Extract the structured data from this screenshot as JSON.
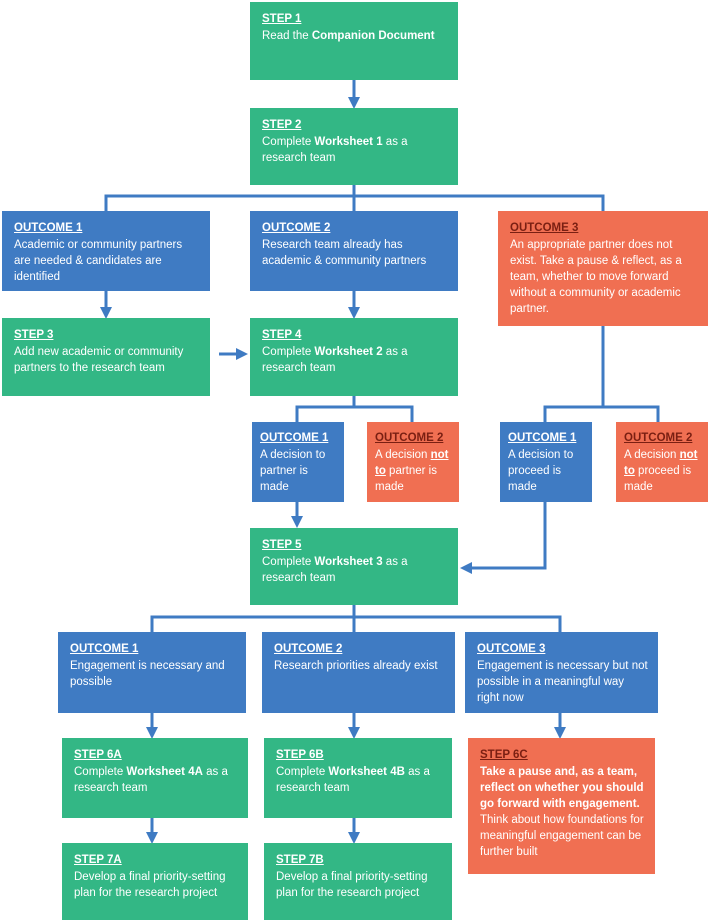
{
  "colors": {
    "green": "#33b785",
    "blue": "#3f7bc3",
    "orange": "#f06f52",
    "connector": "#3f7bc3"
  },
  "step1": {
    "title": "STEP 1",
    "pre": "Read the ",
    "bold": "Companion Document",
    "post": ""
  },
  "step2": {
    "title": "STEP 2",
    "pre": "Complete ",
    "bold": "Worksheet 1",
    "post": " as a research team"
  },
  "outcome1": {
    "title": "OUTCOME 1",
    "text": "Academic or community partners are needed & candidates are identified"
  },
  "outcome2": {
    "title": "OUTCOME 2",
    "text": "Research team already has academic & community partners"
  },
  "outcome3": {
    "title": "OUTCOME 3",
    "text": "An appropriate partner does not exist. Take a pause & reflect, as a team, whether to move forward without a community or academic partner."
  },
  "step3": {
    "title": "STEP 3",
    "text": "Add new academic or community partners to the research team"
  },
  "step4": {
    "title": "STEP 4",
    "pre": "Complete ",
    "bold": "Worksheet 2",
    "post": " as a research team"
  },
  "s4_outcome1": {
    "title": "OUTCOME 1",
    "text": "A decision to partner is made"
  },
  "s4_outcome2": {
    "title": "OUTCOME 2",
    "pre": "A decision ",
    "bold": "not to",
    "post": " partner is made"
  },
  "o3_outcome1": {
    "title": "OUTCOME 1",
    "text": "A decision to proceed is made"
  },
  "o3_outcome2": {
    "title": "OUTCOME 2",
    "pre": "A decision ",
    "bold": "not to",
    "post": " proceed is made"
  },
  "step5": {
    "title": "STEP 5",
    "pre": "Complete ",
    "bold": "Worksheet 3",
    "post": " as a research team"
  },
  "s5_outcome1": {
    "title": "OUTCOME 1",
    "text": "Engagement is necessary and possible"
  },
  "s5_outcome2": {
    "title": "OUTCOME 2",
    "text": "Research priorities already exist"
  },
  "s5_outcome3": {
    "title": "OUTCOME 3",
    "text": "Engagement is necessary but not possible in a meaningful way right now"
  },
  "step6a": {
    "title": "STEP 6A",
    "pre": "Complete ",
    "bold": "Worksheet 4A",
    "post": " as a research team"
  },
  "step6b": {
    "title": "STEP 6B",
    "pre": "Complete ",
    "bold": "Worksheet 4B",
    "post": " as a research team"
  },
  "step6c": {
    "title": "STEP 6C",
    "bold": "Take a pause and, as a team, reflect on whether you should go forward with engagement.",
    "text": "Think about how foundations for meaningful engagement can be further built"
  },
  "step7a": {
    "title": "STEP 7A",
    "text": "Develop a final priority-setting plan for the research project"
  },
  "step7b": {
    "title": "STEP 7B",
    "text": "Develop a final priority-setting plan for the research project"
  }
}
